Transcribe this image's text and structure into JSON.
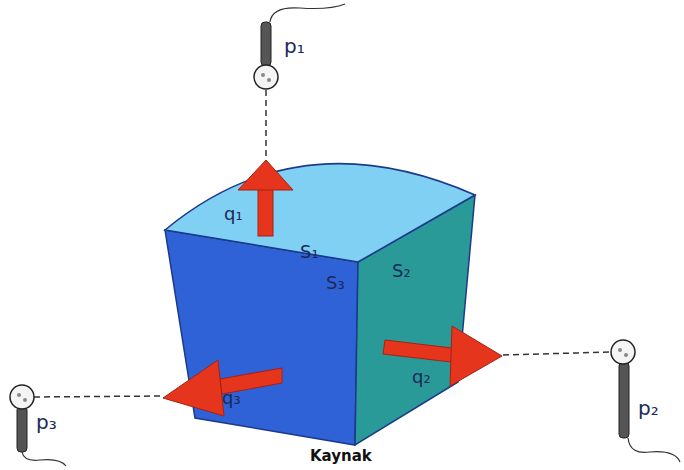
{
  "diagram": {
    "labels": [
      "p₁",
      "q₁",
      "S₁",
      "S₂",
      "S₃",
      "q₃",
      "q₂",
      "p₂",
      "p₃",
      "Kaynak"
    ]
  }
}
